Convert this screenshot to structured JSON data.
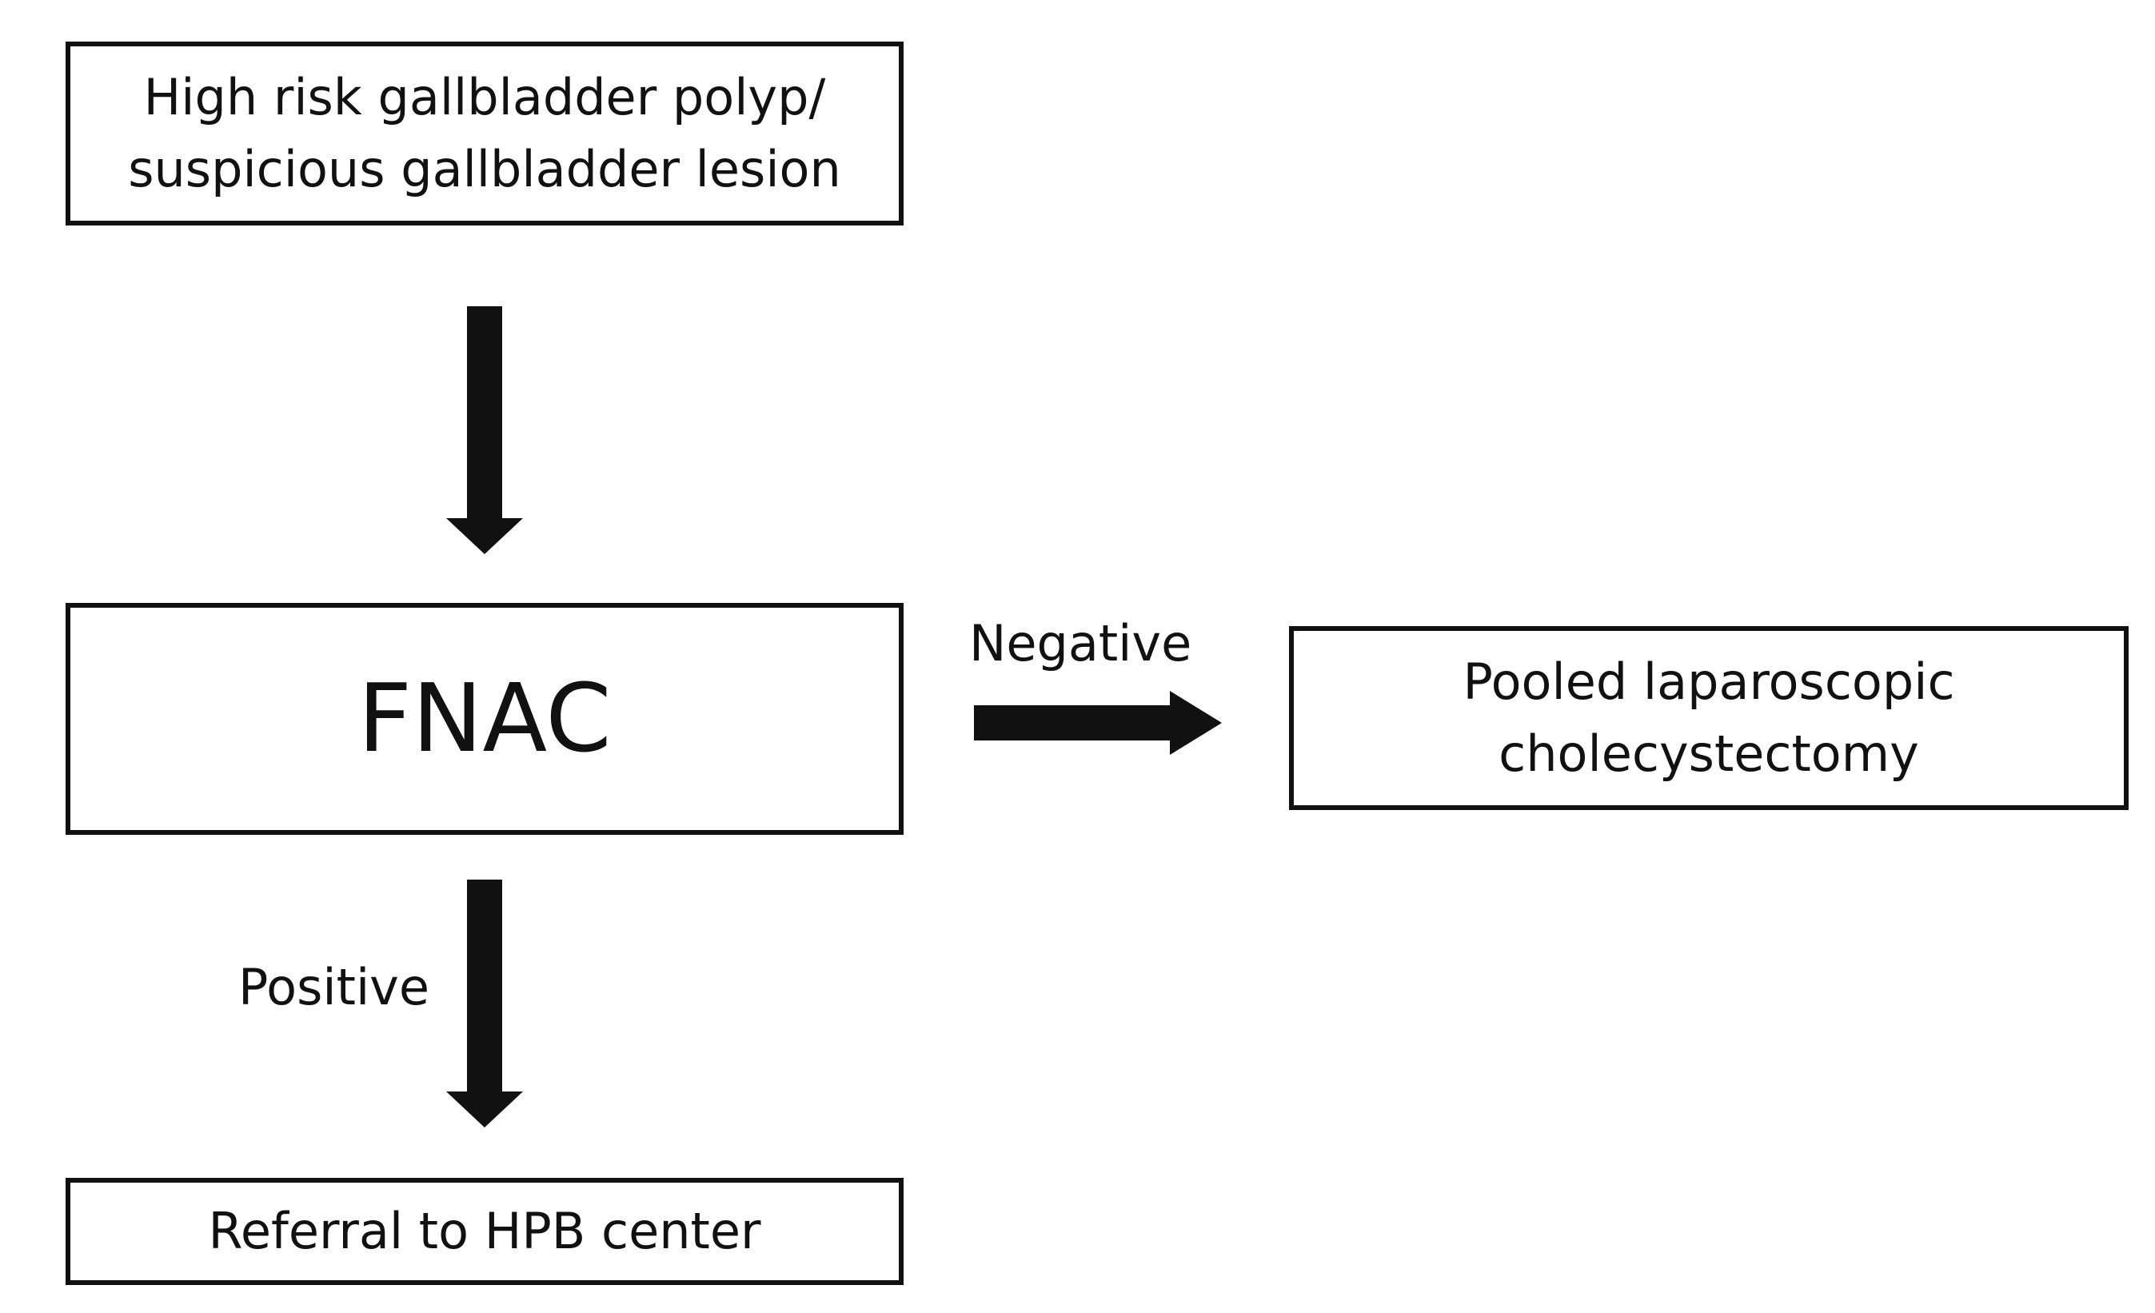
{
  "diagram": {
    "nodes": {
      "start": "High risk gallbladder polyp/\nsuspicious gallbladder lesion",
      "fnac": "FNAC",
      "negative_outcome": "Pooled laparoscopic\ncholecystectomy",
      "positive_outcome": "Referral to HPB center"
    },
    "edges": {
      "start_to_fnac": "",
      "fnac_negative": "Negative",
      "fnac_positive": "Positive"
    }
  }
}
